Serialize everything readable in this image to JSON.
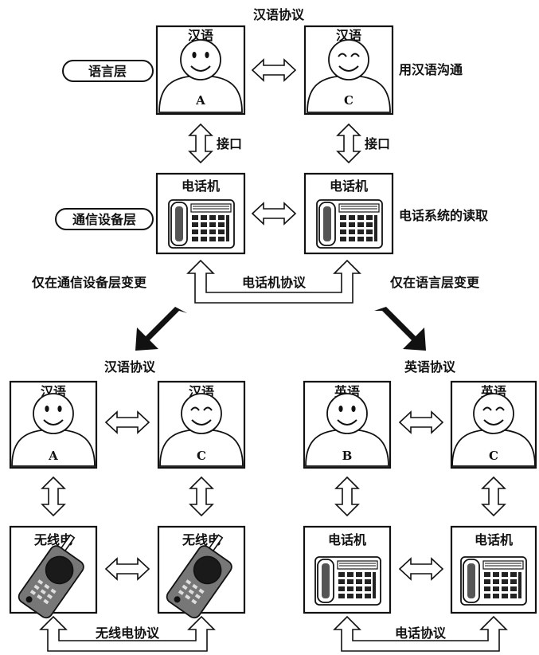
{
  "top": {
    "protocol_title": "汉语协议",
    "box_a": {
      "language": "汉语",
      "person": "A"
    },
    "box_c": {
      "language": "汉语",
      "person": "C"
    },
    "layer_language": "语言层",
    "layer_device": "通信设备层",
    "right_note_language": "用汉语沟通",
    "right_note_device": "电话系统的读取",
    "interface_left": "接口",
    "interface_right": "接口",
    "phone_left": "电话机",
    "phone_right": "电话机",
    "device_protocol": "电话机协议",
    "change_left": "仅在通信设备层变更",
    "change_right": "仅在语言层变更"
  },
  "bottom_left": {
    "protocol_title": "汉语协议",
    "box_a": {
      "language": "汉语",
      "person": "A"
    },
    "box_c": {
      "language": "汉语",
      "person": "C"
    },
    "device_left": "无线电",
    "device_right": "无线电",
    "device_protocol": "无线电协议"
  },
  "bottom_right": {
    "protocol_title": "英语协议",
    "box_b": {
      "language": "英语",
      "person": "B"
    },
    "box_c": {
      "language": "英语",
      "person": "C"
    },
    "device_left": "电话机",
    "device_right": "电话机",
    "device_protocol": "电话协议"
  },
  "icons": [
    "person-icon",
    "smiling-person-icon",
    "telephone-icon",
    "radio-icon",
    "double-arrow-icon",
    "down-arrow-icon"
  ]
}
